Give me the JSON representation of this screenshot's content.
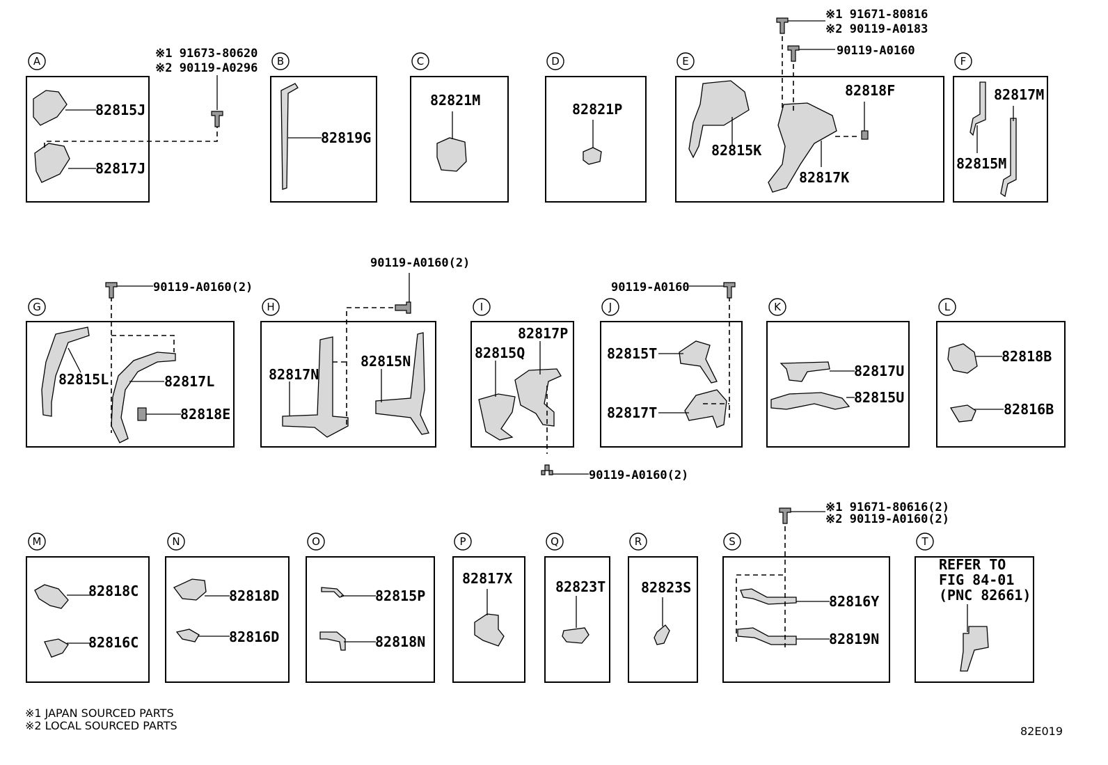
{
  "sections": {
    "A": {
      "label": "A",
      "parts": [
        "82815J",
        "82817J"
      ]
    },
    "B": {
      "label": "B",
      "parts": [
        "82819G"
      ]
    },
    "C": {
      "label": "C",
      "parts": [
        "82821M"
      ]
    },
    "D": {
      "label": "D",
      "parts": [
        "82821P"
      ]
    },
    "E": {
      "label": "E",
      "parts": [
        "82818F",
        "82815K",
        "82817K"
      ]
    },
    "F": {
      "label": "F",
      "parts": [
        "82817M",
        "82815M"
      ]
    },
    "G": {
      "label": "G",
      "parts": [
        "82815L",
        "82817L",
        "82818E"
      ]
    },
    "H": {
      "label": "H",
      "parts": [
        "82817N",
        "82815N"
      ]
    },
    "I": {
      "label": "I",
      "parts": [
        "82817P",
        "82815Q"
      ]
    },
    "J": {
      "label": "J",
      "parts": [
        "82815T",
        "82817T"
      ]
    },
    "K": {
      "label": "K",
      "parts": [
        "82817U",
        "82815U"
      ]
    },
    "L": {
      "label": "L",
      "parts": [
        "82818B",
        "82816B"
      ]
    },
    "M": {
      "label": "M",
      "parts": [
        "82818C",
        "82816C"
      ]
    },
    "N": {
      "label": "N",
      "parts": [
        "82818D",
        "82816D"
      ]
    },
    "O": {
      "label": "O",
      "parts": [
        "82815P",
        "82818N"
      ]
    },
    "P": {
      "label": "P",
      "parts": [
        "82817X"
      ]
    },
    "Q": {
      "label": "Q",
      "parts": [
        "82823T"
      ]
    },
    "R": {
      "label": "R",
      "parts": [
        "82823S"
      ]
    },
    "S": {
      "label": "S",
      "parts": [
        "82816Y",
        "82819N"
      ]
    },
    "T": {
      "label": "T",
      "refer": [
        "REFER TO",
        "FIG 84-01",
        "(PNC 82661)"
      ]
    }
  },
  "bolts": {
    "a1": "※1 91673-80620",
    "a2": "※2 90119-A0296",
    "e_top1": "※1 91671-80816",
    "e_top2": "※2 90119-A0183",
    "e_mid": "90119-A0160",
    "g": "90119-A0160(2)",
    "h": "90119-A0160(2)",
    "i": "90119-A0160(2)",
    "j": "90119-A0160",
    "s1": "※1 91671-80616(2)",
    "s2": "※2 90119-A0160(2)"
  },
  "footnotes": [
    "※1 JAPAN SOURCED PARTS",
    "※2 LOCAL SOURCED PARTS"
  ],
  "figure_code": "82E019"
}
